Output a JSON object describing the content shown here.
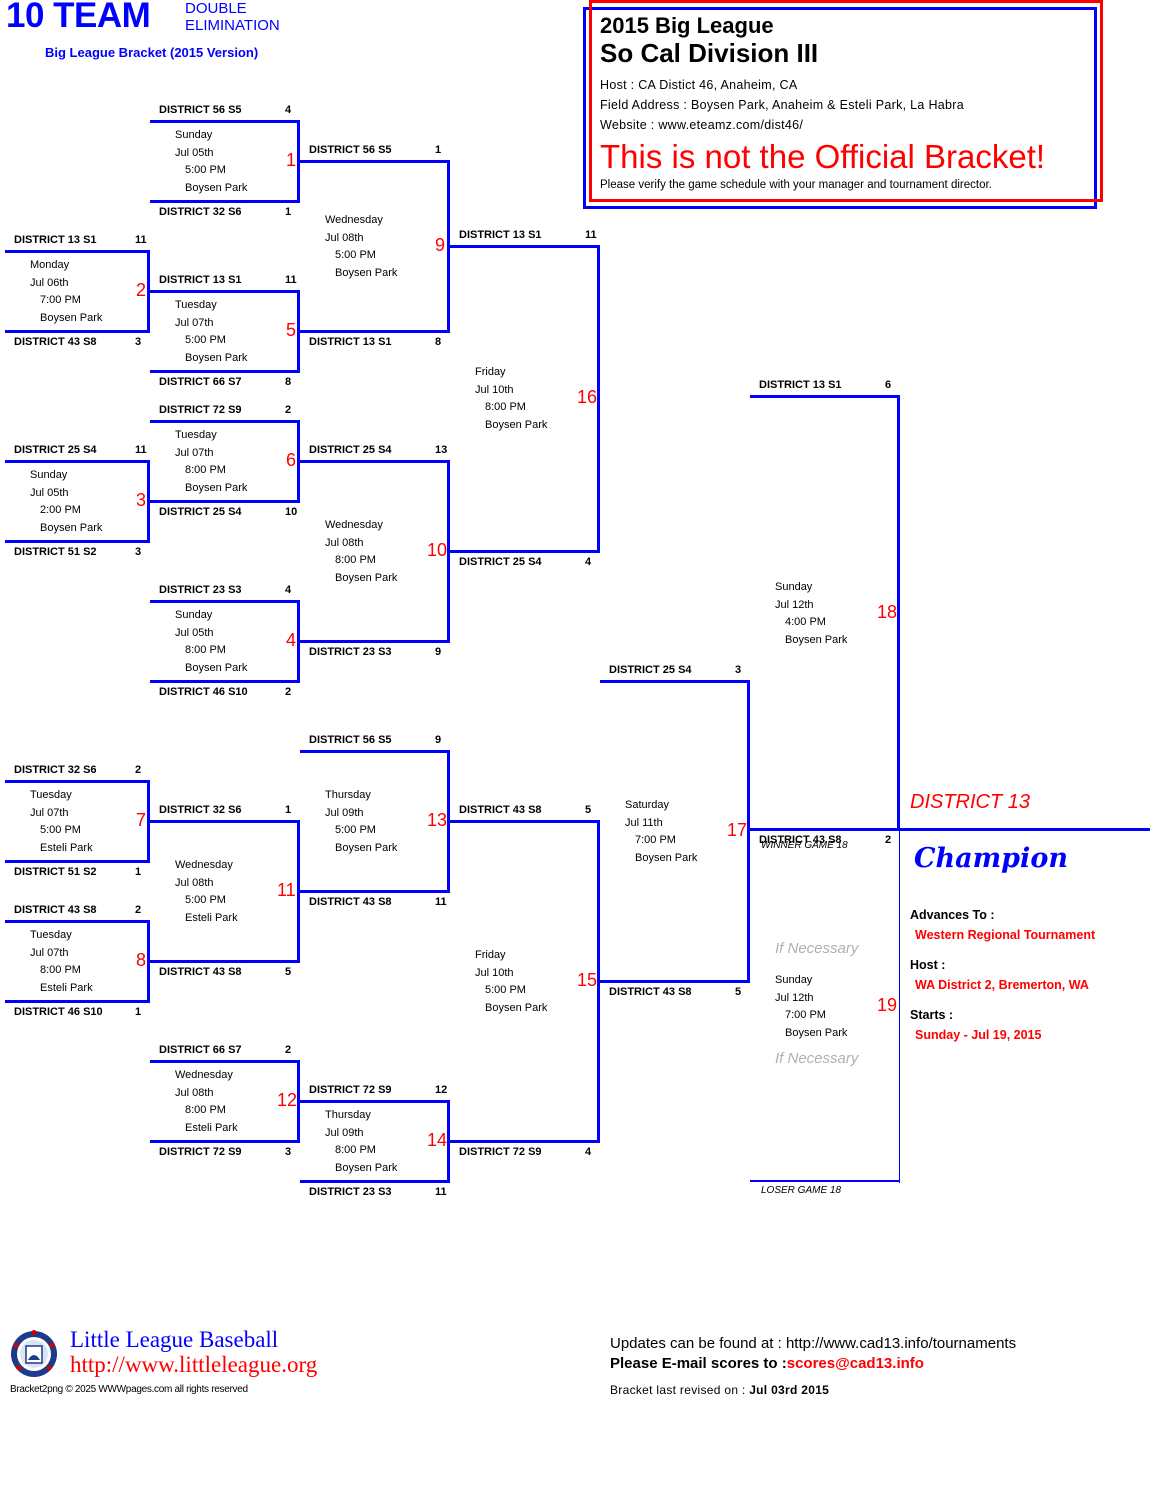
{
  "header": {
    "title_big": "10 TEAM",
    "title_type_line1": "DOUBLE",
    "title_type_line2": "ELIMINATION",
    "subtitle": "Big League Bracket (2015 Version)"
  },
  "info_box": {
    "year_league": "2015 Big League",
    "division": "So Cal Division III",
    "host": "Host : CA Distict 46,  Anaheim, CA",
    "field_address": "Field Address : Boysen Park, Anaheim & Esteli Park, La Habra",
    "website": "Website : www.eteamz.com/dist46/",
    "warning": "This is not the Official Bracket!",
    "verify_note": "Please verify the game schedule with your manager and tournament director."
  },
  "colors": {
    "bracket_line": "#0000ff",
    "game_number": "#ff0000",
    "title": "#0000ff",
    "warning": "#ff0000"
  },
  "games": [
    {
      "id": "g1",
      "number": "1",
      "top_team": "DISTRICT 56 S5",
      "top_score": "4",
      "bottom_team": "DISTRICT 32 S6",
      "bottom_score": "1",
      "day": "Sunday",
      "date": "Jul 05th",
      "time": "5:00 PM",
      "field": "Boysen Park"
    },
    {
      "id": "g2",
      "number": "2",
      "top_team": "DISTRICT 13 S1",
      "top_score": "11",
      "bottom_team": "DISTRICT 43 S8",
      "bottom_score": "3",
      "day": "Monday",
      "date": "Jul 06th",
      "time": "7:00 PM",
      "field": "Boysen Park"
    },
    {
      "id": "g3",
      "number": "3",
      "top_team": "DISTRICT 25 S4",
      "top_score": "11",
      "bottom_team": "DISTRICT 51 S2",
      "bottom_score": "3",
      "day": "Sunday",
      "date": "Jul 05th",
      "time": "2:00 PM",
      "field": "Boysen Park"
    },
    {
      "id": "g4",
      "number": "4",
      "top_team": "DISTRICT 23 S3",
      "top_score": "4",
      "bottom_team": "DISTRICT 46 S10",
      "bottom_score": "2",
      "day": "Sunday",
      "date": "Jul 05th",
      "time": "8:00 PM",
      "field": "Boysen Park"
    },
    {
      "id": "g5",
      "number": "5",
      "top_team": "DISTRICT 13 S1",
      "top_score": "11",
      "bottom_team": "DISTRICT 66 S7",
      "bottom_score": "8",
      "day": "Tuesday",
      "date": "Jul 07th",
      "time": "5:00 PM",
      "field": "Boysen Park"
    },
    {
      "id": "g6",
      "number": "6",
      "top_team": "DISTRICT 72 S9",
      "top_score": "2",
      "bottom_team": "DISTRICT 25 S4",
      "bottom_score": "10",
      "day": "Tuesday",
      "date": "Jul 07th",
      "time": "8:00 PM",
      "field": "Boysen Park"
    },
    {
      "id": "g7",
      "number": "7",
      "top_team": "DISTRICT 32 S6",
      "top_score": "2",
      "bottom_team": "DISTRICT 51 S2",
      "bottom_score": "1",
      "day": "Tuesday",
      "date": "Jul 07th",
      "time": "5:00 PM",
      "field": "Esteli Park"
    },
    {
      "id": "g8",
      "number": "8",
      "top_team": "DISTRICT 43 S8",
      "top_score": "2",
      "bottom_team": "DISTRICT 46 S10",
      "bottom_score": "1",
      "day": "Tuesday",
      "date": "Jul 07th",
      "time": "8:00 PM",
      "field": "Esteli  Park"
    },
    {
      "id": "g9",
      "number": "9",
      "top_team": "DISTRICT 56 S5",
      "top_score": "1",
      "bottom_team": "DISTRICT 13 S1",
      "bottom_score": "8",
      "day": "Wednesday",
      "date": "Jul 08th",
      "time": "5:00 PM",
      "field": "Boysen Park"
    },
    {
      "id": "g10",
      "number": "10",
      "top_team": "DISTRICT 25 S4",
      "top_score": "13",
      "bottom_team": "DISTRICT 23 S3",
      "bottom_score": "9",
      "day": "Wednesday",
      "date": "Jul 08th",
      "time": "8:00 PM",
      "field": "Boysen Park"
    },
    {
      "id": "g11",
      "number": "11",
      "top_team": "DISTRICT 32 S6",
      "top_score": "1",
      "bottom_team": "DISTRICT 43 S8",
      "bottom_score": "5",
      "day": "Wednesday",
      "date": "Jul 08th",
      "time": "5:00 PM",
      "field": "Esteli  Park"
    },
    {
      "id": "g12",
      "number": "12",
      "top_team": "DISTRICT 66 S7",
      "top_score": "2",
      "bottom_team": "DISTRICT 72 S9",
      "bottom_score": "3",
      "day": "Wednesday",
      "date": "Jul 08th",
      "time": "8:00 PM",
      "field": "Esteli  Park"
    },
    {
      "id": "g13",
      "number": "13",
      "top_team": "DISTRICT 56 S5",
      "top_score": "9",
      "bottom_team": "DISTRICT 43 S8",
      "bottom_score": "11",
      "day": "Thursday",
      "date": "Jul 09th",
      "time": "5:00 PM",
      "field": "Boysen Park"
    },
    {
      "id": "g14",
      "number": "14",
      "top_team": "DISTRICT 72 S9",
      "top_score": "12",
      "bottom_team": "DISTRICT 23 S3",
      "bottom_score": "11",
      "day": "Thursday",
      "date": "Jul 09th",
      "time": "8:00 PM",
      "field": "Boysen Park"
    },
    {
      "id": "g15",
      "number": "15",
      "top_team": "DISTRICT 43 S8",
      "top_score": "5",
      "bottom_team": "DISTRICT 72 S9",
      "bottom_score": "4",
      "day": "Friday",
      "date": "Jul 10th",
      "time": "5:00 PM",
      "field": "Boysen Park"
    },
    {
      "id": "g16",
      "number": "16",
      "top_team": "DISTRICT 13 S1",
      "top_score": "11",
      "bottom_team": "DISTRICT 25 S4",
      "bottom_score": "4",
      "day": "Friday",
      "date": "Jul 10th",
      "time": "8:00 PM",
      "field": "Boysen Park"
    },
    {
      "id": "g17",
      "number": "17",
      "top_team": "DISTRICT 25 S4",
      "top_score": "3",
      "bottom_team": "DISTRICT 43 S8",
      "bottom_score": "5",
      "day": "Saturday",
      "date": "Jul 11th",
      "time": "7:00 PM",
      "field": "Boysen Park"
    },
    {
      "id": "g18",
      "number": "18",
      "top_team": "DISTRICT 13 S1",
      "top_score": "6",
      "bottom_team": "DISTRICT 43 S8",
      "bottom_score": "2",
      "day": "Sunday",
      "date": "Jul 12th",
      "time": "4:00 PM",
      "field": "Boysen Park"
    },
    {
      "id": "g19",
      "number": "19",
      "top_team": "",
      "top_score": "",
      "bottom_team": "",
      "bottom_score": "",
      "day": "Sunday",
      "date": "Jul 12th",
      "time": "7:00 PM",
      "field": "Boysen Park"
    }
  ],
  "game19_labels": {
    "winner_label": "WINNER GAME 18",
    "loser_label": "LOSER GAME 18",
    "if_necessary_top": "If Necessary",
    "if_necessary_bottom": "If Necessary"
  },
  "champion": {
    "team": "DISTRICT 13",
    "label": "Champion",
    "advances_label": "Advances To :",
    "advances_value": "Western Regional Tournament",
    "host_label": "Host :",
    "host_value": "WA District 2, Bremerton, WA",
    "starts_label": "Starts :",
    "starts_value": "Sunday - Jul 19, 2015"
  },
  "footer": {
    "ll_name": "Little League Baseball",
    "ll_url": "http://www.littleleague.org",
    "copyright": "Bracket2png © 2025 WWWpages.com all rights reserved",
    "updates": "Updates can be found at : http://www.cad13.info/tournaments",
    "email_prefix": "Please E-mail scores to :",
    "email": "scores@cad13.info",
    "revised_prefix": "Bracket last revised on : ",
    "revised_date": "Jul 03rd 2015"
  }
}
